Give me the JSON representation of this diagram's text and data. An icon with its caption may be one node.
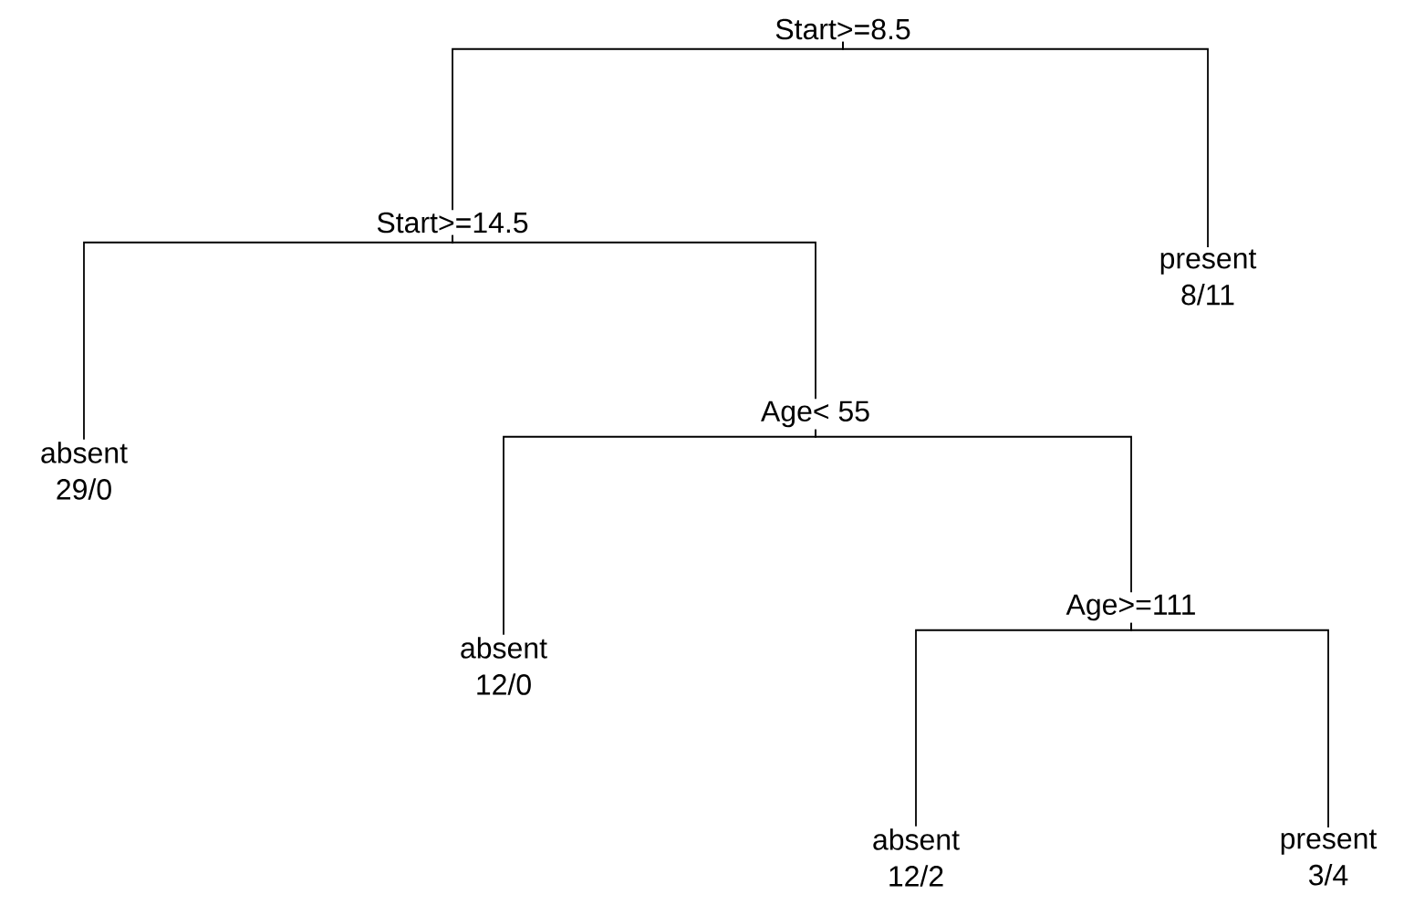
{
  "diagram": {
    "nodes": [
      {
        "text": [
          "Start>=8.5"
        ]
      },
      {
        "text": [
          "Start>=14.5"
        ]
      },
      {
        "text": [
          "present",
          "8/11"
        ]
      },
      {
        "text": [
          "absent",
          "29/0"
        ]
      },
      {
        "text": [
          "Age< 55"
        ]
      },
      {
        "text": [
          "absent",
          "12/0"
        ]
      },
      {
        "text": [
          "Age>=111"
        ]
      },
      {
        "text": [
          "absent",
          "12/2"
        ]
      },
      {
        "text": [
          "present",
          "3/4"
        ]
      }
    ],
    "edges": [
      {
        "from": 0,
        "to": 1,
        "arrow": "none"
      },
      {
        "from": 0,
        "to": 2,
        "arrow": "none"
      },
      {
        "from": 1,
        "to": 3,
        "arrow": "none"
      },
      {
        "from": 1,
        "to": 4,
        "arrow": "none"
      },
      {
        "from": 4,
        "to": 5,
        "arrow": "none"
      },
      {
        "from": 4,
        "to": 6,
        "arrow": "none"
      },
      {
        "from": 6,
        "to": 7,
        "arrow": "none"
      },
      {
        "from": 6,
        "to": 8,
        "arrow": "none"
      }
    ]
  }
}
